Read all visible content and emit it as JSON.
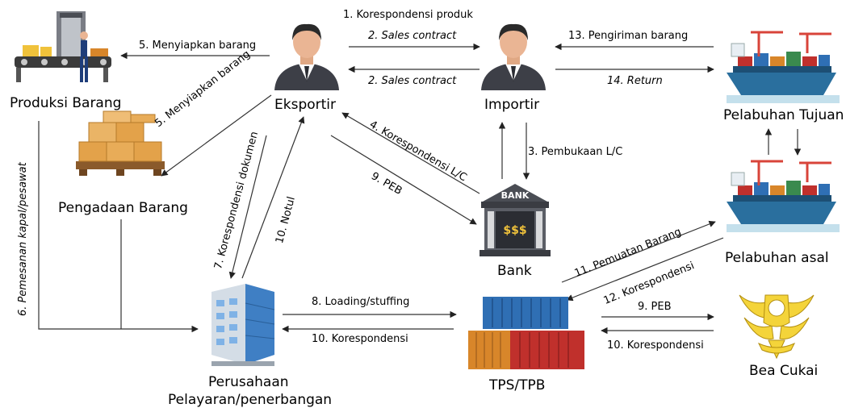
{
  "nodes": {
    "produksi": "Produksi Barang",
    "pengadaan": "Pengadaan Barang",
    "eksportir": "Eksportir",
    "importir": "Importir",
    "pelabuhan_tujuan": "Pelabuhan Tujuan",
    "pelabuhan_asal": "Pelabuhan asal",
    "bank": "Bank",
    "perusahaan_line1": "Perusahaan",
    "perusahaan_line2": "Pelayaran/penerbangan",
    "tps": "TPS/TPB",
    "bea_cukai": "Bea Cukai"
  },
  "edges": {
    "e1": "1. Korespondensi  produk",
    "e2a": "2. Sales contract",
    "e2b": "2. Sales contract",
    "e3": "3. Pembukaan L/C",
    "e4": "4. Korespondensi L/C",
    "e5a": "5. Menyiapkan barang",
    "e5b": "5. Menyiapkan barang",
    "e6": "6. Pemesanan kapal/pesawat",
    "e7": "7. Korespondensi  dokumen",
    "e8": "8. Loading/stuffing",
    "e9a": "9. PEB",
    "e9b": "9. PEB",
    "e10a": "10. Notul",
    "e10b": "10. Korespondensi",
    "e10c": "10. Korespondensi",
    "e11": "11. Pemuatan Barang",
    "e12": "12. Korespondensi",
    "e13": "13. Pengiriman barang",
    "e14": "14. Return"
  },
  "icons": {
    "bank_sign": "BANK",
    "bank_money": "$$$"
  },
  "colors": {
    "arrow": "#222222",
    "container_blue": "#2f6fb4",
    "container_red": "#c0302c",
    "container_orange": "#d8862a",
    "ship_hull": "#2a6f9e",
    "crane_red": "#d8443a",
    "box_brown": "#e3a24a",
    "bea_yellow": "#f4d43a"
  }
}
